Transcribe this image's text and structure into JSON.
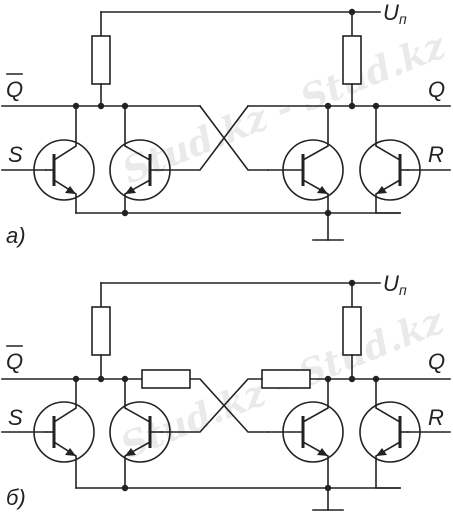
{
  "watermark": {
    "text": "Stud.kz - Stud.kz"
  },
  "circuit_a": {
    "panel_label": "а)",
    "supply_label": "U",
    "supply_sub": "п",
    "q_bar_label": "Q",
    "q_label": "Q",
    "set_label": "S",
    "reset_label": "R"
  },
  "circuit_b": {
    "panel_label": "б)",
    "supply_label": "U",
    "supply_sub": "п",
    "q_bar_label": "Q",
    "q_label": "Q",
    "set_label": "S",
    "reset_label": "R"
  }
}
